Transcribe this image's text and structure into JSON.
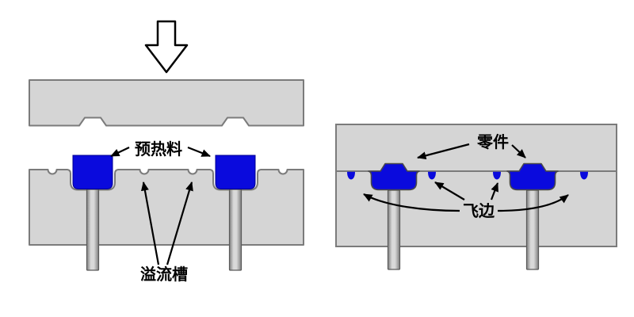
{
  "diagram": {
    "colors": {
      "background": "#ffffff",
      "die_fill": "#d5d5d5",
      "die_stroke": "#7b7b7b",
      "material_fill": "#0a0add",
      "part_stroke": "#4a4a4a",
      "pin_stroke": "#5a5a5a",
      "annotation": "#000000",
      "press_arrow_fill": "#ffffff"
    },
    "left_view": {
      "labels": {
        "preheated_material": "预热料",
        "overflow_groove": "溢流槽"
      }
    },
    "right_view": {
      "labels": {
        "part": "零件",
        "flash": "飞边"
      }
    }
  }
}
